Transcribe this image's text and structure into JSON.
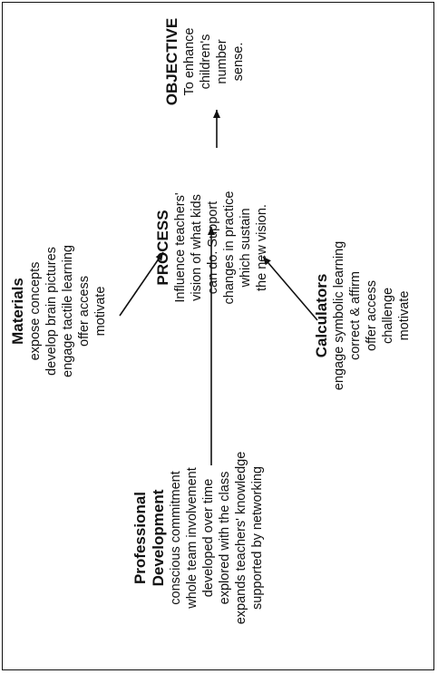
{
  "professional_development": {
    "title_1": "Professional",
    "title_2": "Development",
    "items": [
      "conscious commitment",
      "whole team involvement",
      "developed over time",
      "explored with the class",
      "expands teachers' knowledge",
      "supported by networking"
    ]
  },
  "materials": {
    "title": "Materials",
    "items": [
      "expose concepts",
      "develop brain pictures",
      "engage tactile learning",
      "offer access",
      "motivate"
    ]
  },
  "calculators": {
    "title": "Calculators",
    "items": [
      "engage symbolic learning",
      "correct & affirm",
      "offer access",
      "challenge",
      "motivate"
    ]
  },
  "process": {
    "title": "PROCESS",
    "lines": [
      "Influence teachers'",
      "vision of what kids",
      "can do. Support",
      "changes in practice",
      "which sustain",
      "the new vision."
    ]
  },
  "objective": {
    "title": "OBJECTIVE",
    "lines": [
      "To enhance",
      "children's",
      "number",
      "sense."
    ]
  }
}
